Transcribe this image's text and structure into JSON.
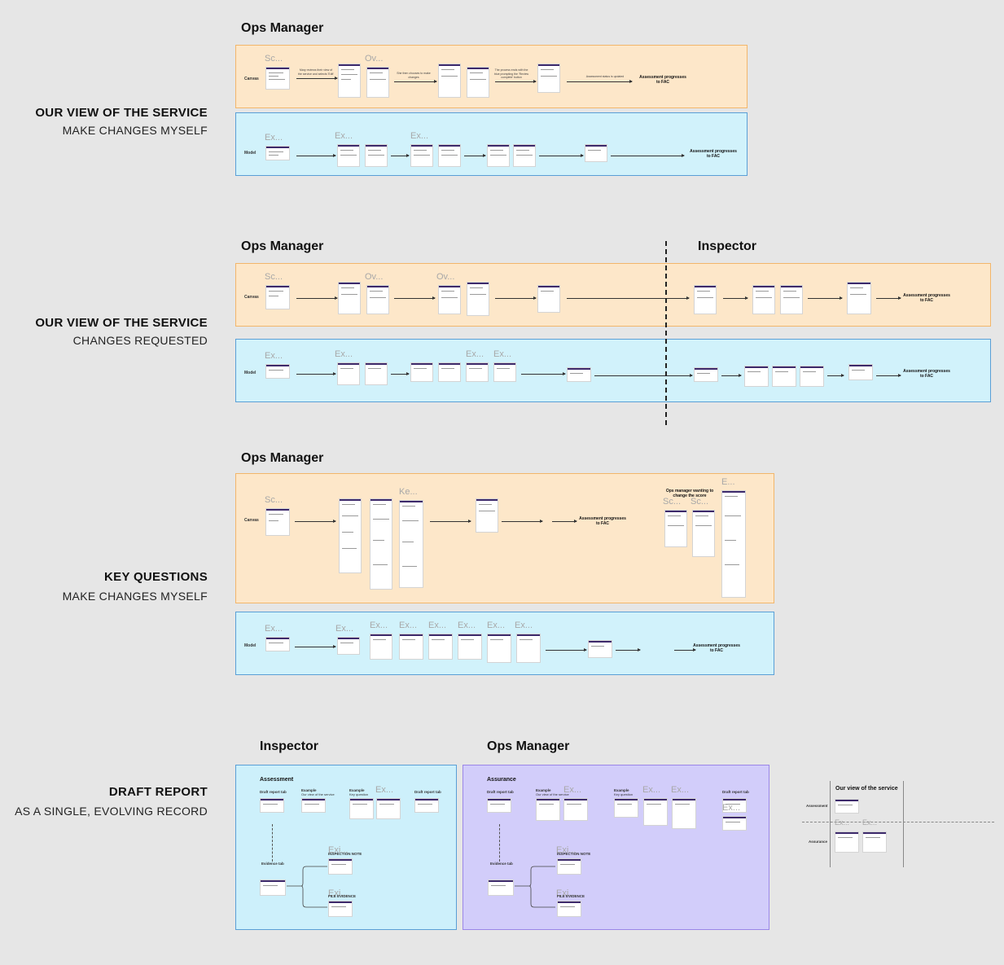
{
  "sections": [
    {
      "title": "OUR VIEW OF THE SERVICE",
      "subtitle": "MAKE CHANGES MYSELF"
    },
    {
      "title": "OUR VIEW OF THE SERVICE",
      "subtitle": "CHANGES REQUESTED"
    },
    {
      "title": "KEY QUESTIONS",
      "subtitle": "MAKE CHANGES MYSELF"
    },
    {
      "title": "DRAFT REPORT",
      "subtitle": "AS A SINGLE, EVOLVING RECORD"
    }
  ],
  "roles": {
    "ops_manager": "Ops Manager",
    "inspector": "Inspector"
  },
  "lanes": {
    "canvas": "Canvas",
    "model": "Model"
  },
  "ghosts": {
    "sc": "Sc...",
    "ov": "Ov...",
    "ex": "Ex...",
    "ke": "Ke...",
    "e": "E...",
    "exi": "Exi..."
  },
  "outcome": "Assessment progresses to FAC",
  "key_questions_note": "Ops manager wanting to change the score",
  "draft_report": {
    "assessment_title": "Assessment",
    "assurance_title": "Assurance",
    "draft_report_tab": "Draft report tab",
    "example": "Example",
    "our_view": "Our view of the service",
    "key_question": "Key question",
    "evidence_tab": "Evidence tab",
    "inspection_note": "INSPECTION NOTE",
    "file_evidence": "FILE EVIDENCE"
  },
  "mini_grid": {
    "title": "Our view of the service",
    "row1": "Assessment",
    "row2": "Assurance"
  }
}
